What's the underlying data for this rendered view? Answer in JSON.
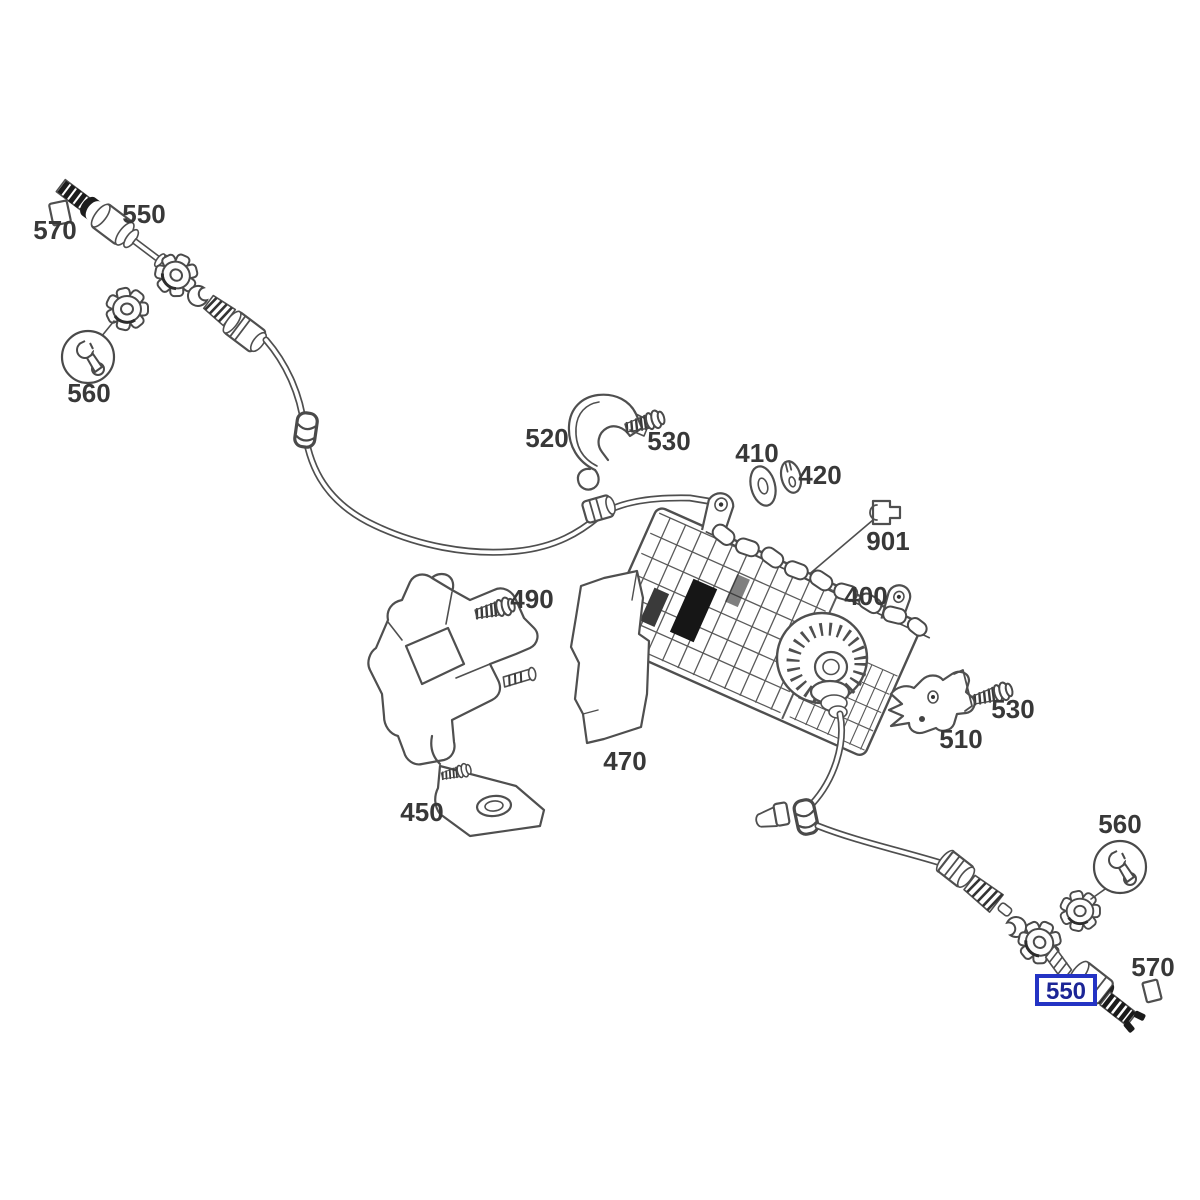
{
  "diagram": {
    "type": "exploded-parts-diagram",
    "subject": "Parking brake actuator with front and rear control cables",
    "background": "#ffffff",
    "line_color": "#4f4f4f",
    "label_color": "#383838",
    "highlight": {
      "part": "550",
      "border_color": "#2433c4",
      "text_color": "#1c2596"
    },
    "labels": {
      "front_570": {
        "text": "570"
      },
      "front_550": {
        "text": "550"
      },
      "front_560": {
        "text": "560"
      },
      "clamp_520": {
        "text": "520"
      },
      "screw_530_upper": {
        "text": "530"
      },
      "washer_410": {
        "text": "410"
      },
      "washer_420": {
        "text": "420"
      },
      "connector_901": {
        "text": "901"
      },
      "actuator_400": {
        "text": "400"
      },
      "screw_490": {
        "text": "490"
      },
      "shield_470": {
        "text": "470"
      },
      "bracket_450": {
        "text": "450"
      },
      "bracket_510": {
        "text": "510"
      },
      "screw_530_lower": {
        "text": "530"
      },
      "rear_560": {
        "text": "560"
      },
      "rear_570": {
        "text": "570"
      },
      "rear_550": {
        "text": "550",
        "highlighted": true
      }
    },
    "icons": [
      "wrench-icon",
      "square-clip-icon",
      "connector-plug-icon"
    ]
  }
}
